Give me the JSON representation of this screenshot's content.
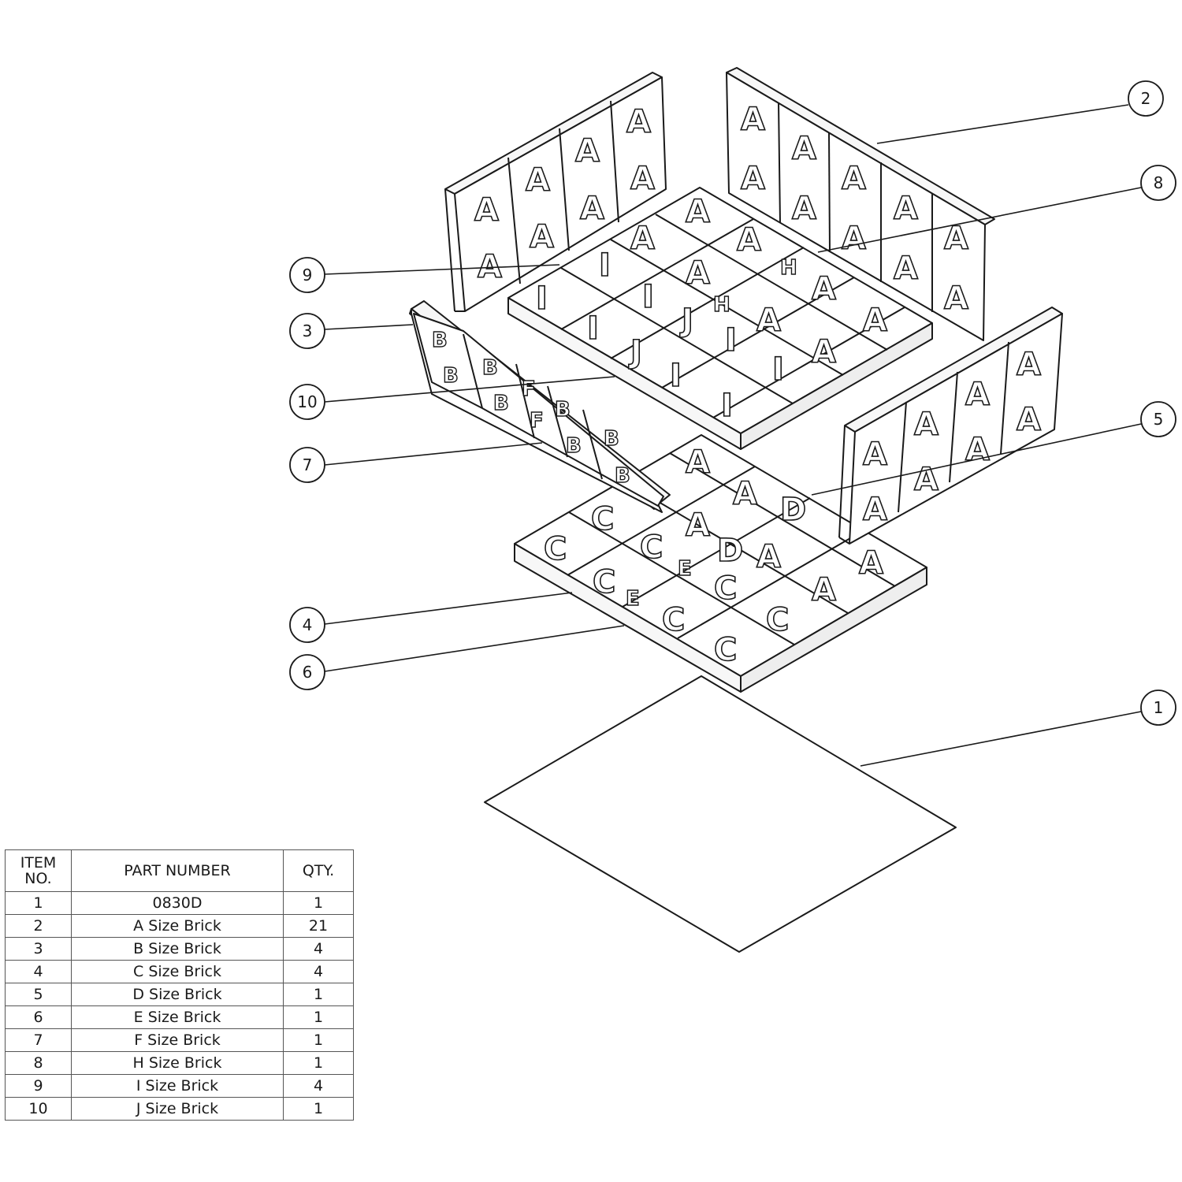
{
  "bom": {
    "headers": {
      "item": "ITEM NO.",
      "part": "PART NUMBER",
      "qty": "QTY."
    },
    "rows": [
      {
        "item": "1",
        "part": "0830D",
        "qty": "1"
      },
      {
        "item": "2",
        "part": "A Size Brick",
        "qty": "21"
      },
      {
        "item": "3",
        "part": "B Size Brick",
        "qty": "4"
      },
      {
        "item": "4",
        "part": "C Size Brick",
        "qty": "4"
      },
      {
        "item": "5",
        "part": "D Size Brick",
        "qty": "1"
      },
      {
        "item": "6",
        "part": "E Size Brick",
        "qty": "1"
      },
      {
        "item": "7",
        "part": "F Size Brick",
        "qty": "1"
      },
      {
        "item": "8",
        "part": "H Size Brick",
        "qty": "1"
      },
      {
        "item": "9",
        "part": "I Size Brick",
        "qty": "4"
      },
      {
        "item": "10",
        "part": "J Size Brick",
        "qty": "1"
      }
    ]
  },
  "balloons": [
    "1",
    "2",
    "3",
    "4",
    "5",
    "6",
    "7",
    "8",
    "9",
    "10"
  ],
  "brick_letters": {
    "a": "A",
    "b": "B",
    "c": "C",
    "d": "D",
    "e": "E",
    "f": "F",
    "h": "H",
    "i": "I",
    "j": "J"
  },
  "colors": {
    "line": "#1a1a1a",
    "paper": "#ffffff"
  }
}
